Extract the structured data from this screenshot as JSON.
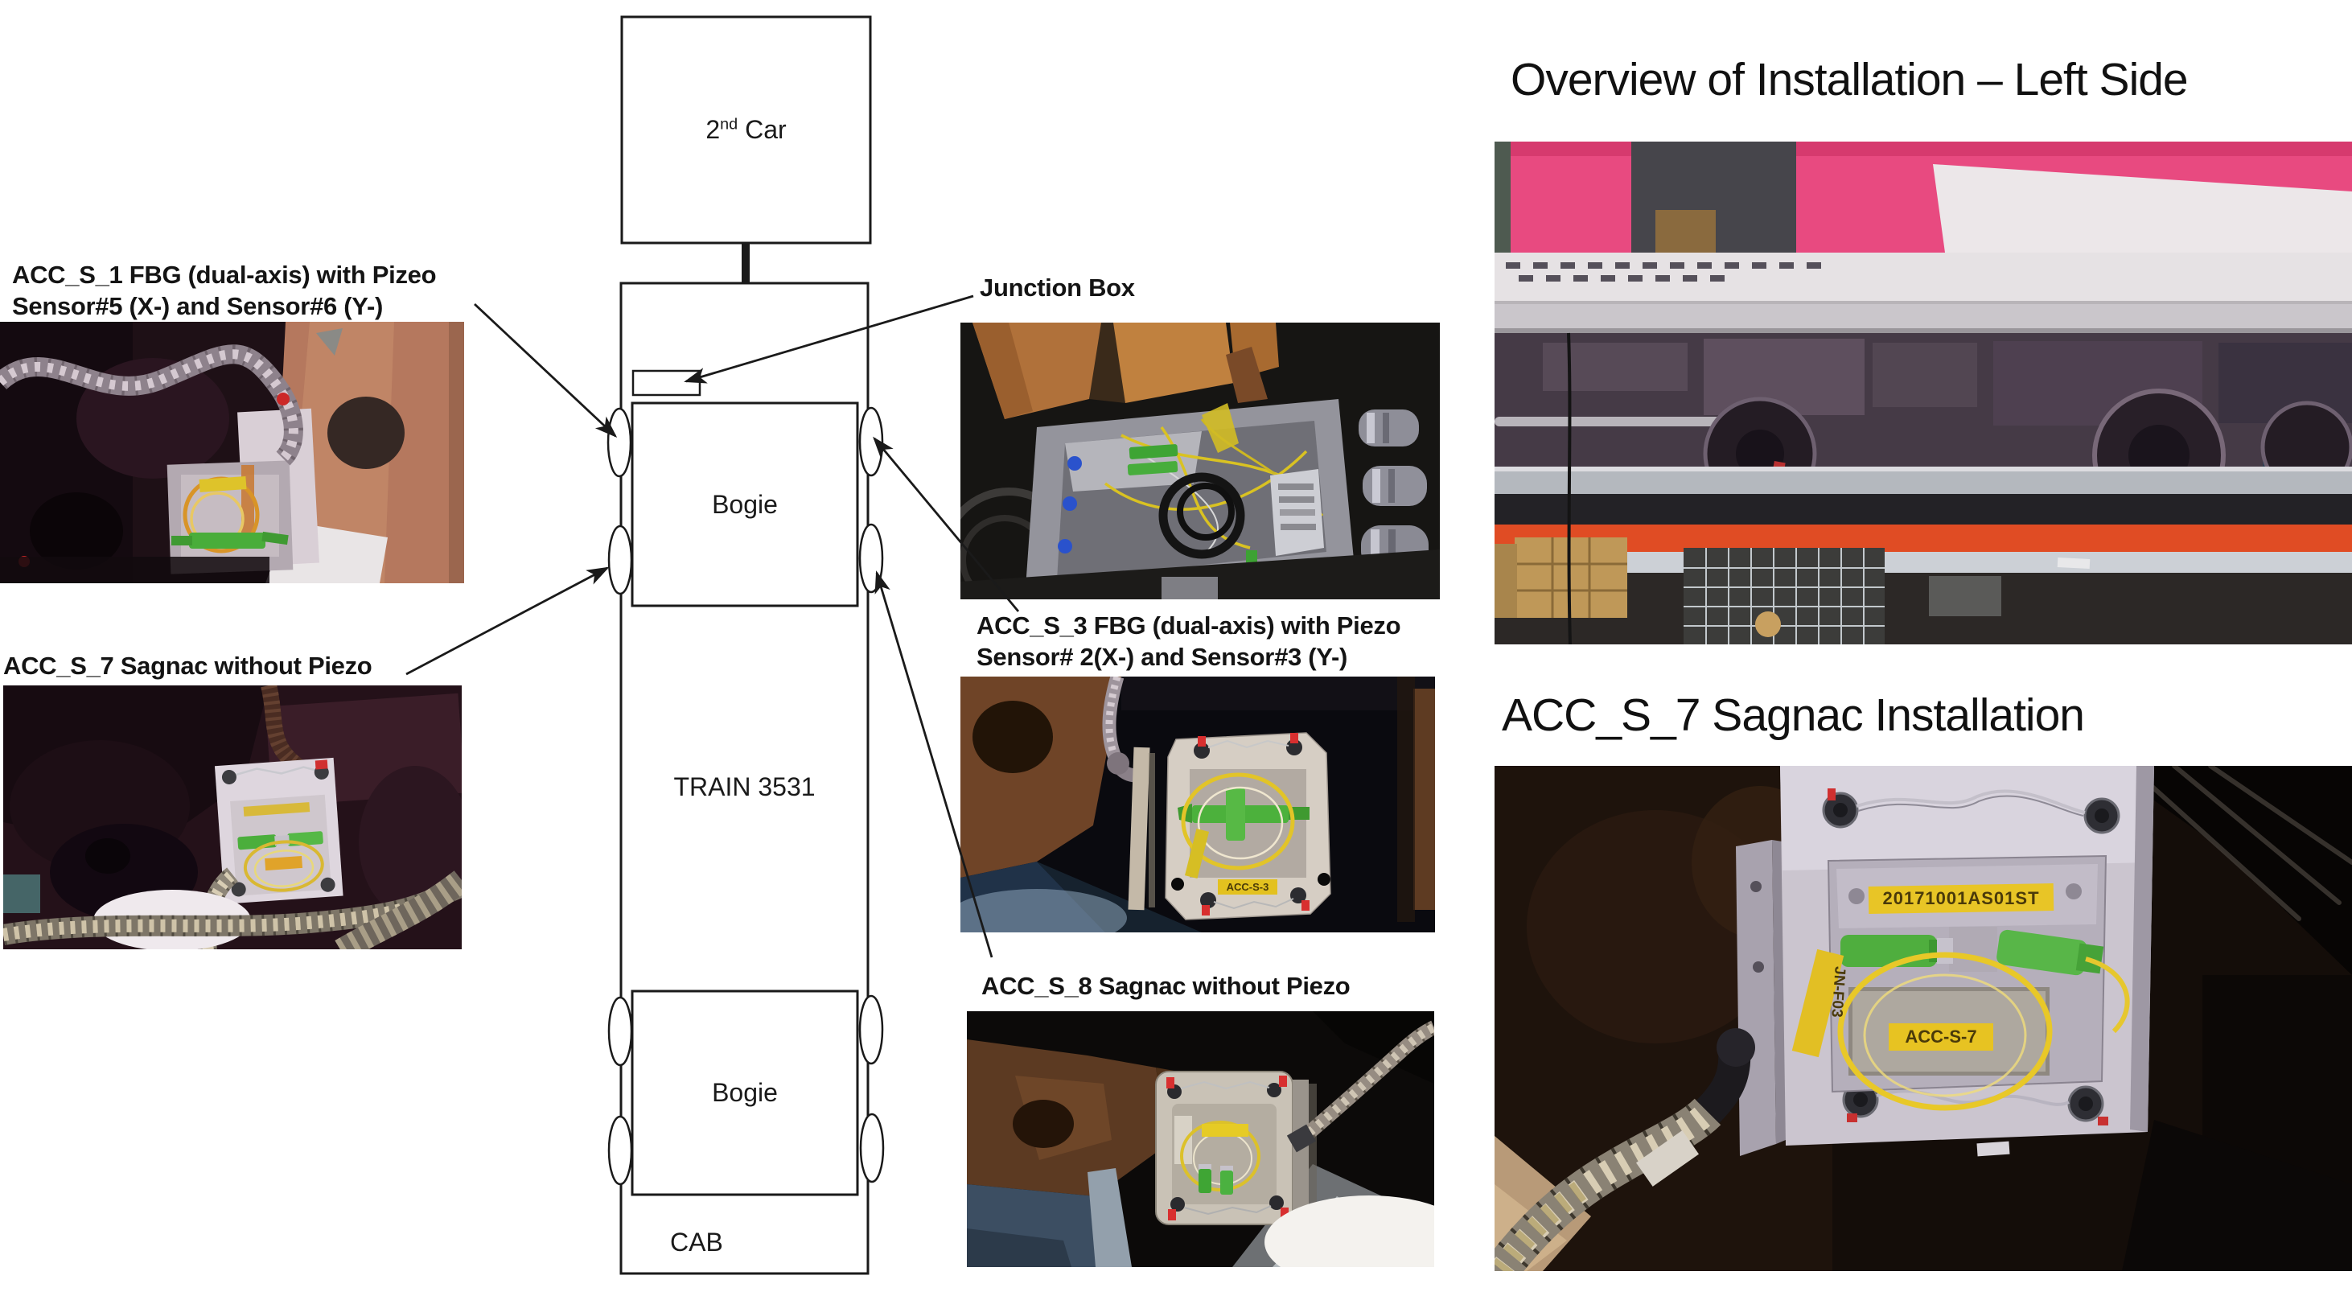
{
  "diagram": {
    "second_car": {
      "num": "2",
      "sup": "nd",
      "rest": " Car"
    },
    "bogie_label": "Bogie",
    "train_label": "TRAIN 3531",
    "cab_label": "CAB"
  },
  "callouts": {
    "acc_s_1_line1": "ACC_S_1 FBG (dual-axis) with Pizeo",
    "acc_s_1_line2": "Sensor#5 (X-) and Sensor#6 (Y-)",
    "acc_s_7": "ACC_S_7 Sagnac without Piezo",
    "junction_box": "Junction Box",
    "acc_s_3_line1": "ACC_S_3 FBG (dual-axis) with Piezo",
    "acc_s_3_line2": "Sensor# 2(X-) and Sensor#3 (Y-)",
    "acc_s_8": "ACC_S_8 Sagnac without Piezo"
  },
  "right_panel": {
    "overview_title": "Overview of Installation – Left Side",
    "installation_title": "ACC_S_7 Sagnac Installation"
  },
  "photo_tags": {
    "serial_tag": "20171001AS01ST",
    "sensor_tag": "ACC-S-7",
    "cable_tag": "JN-F03",
    "acc_s_3_tag": "ACC-S-3"
  },
  "colors": {
    "ink": "#1a1a1a",
    "livery_pink": "#e84a80",
    "stripe_orange": "#e04c24",
    "fiber_yellow": "#e3c427",
    "connector_green": "#4aaa38",
    "tag_yellow": "#e6c522"
  }
}
